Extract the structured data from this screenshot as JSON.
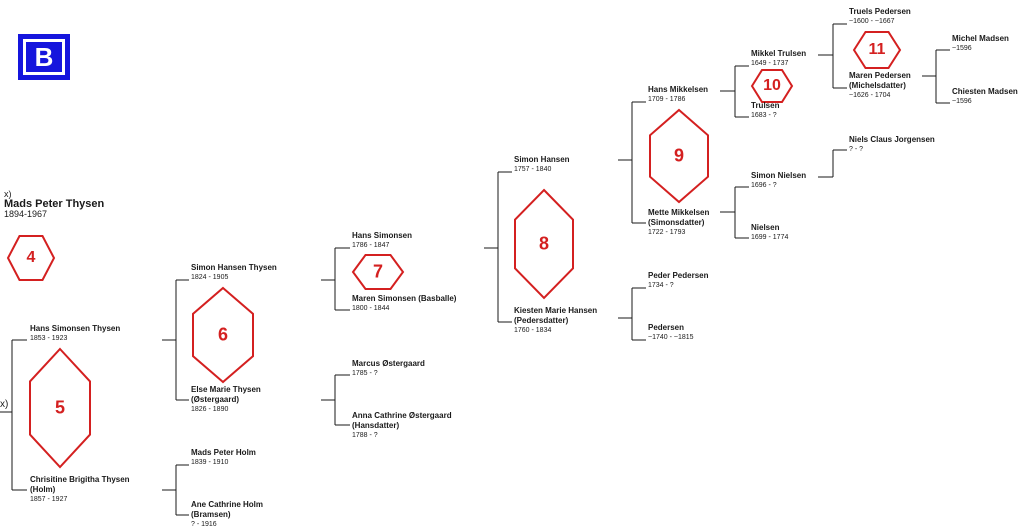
{
  "badge": {
    "letter": "B",
    "color": "#1515dd"
  },
  "hex_color": "#d42020",
  "root": {
    "marker": "x)",
    "name": "Mads Peter Thysen",
    "dates": "1894-1967"
  },
  "left_marker": "x)",
  "people": {
    "hans_simonsen_thysen": {
      "name": "Hans Simonsen Thysen",
      "dates": "1853 - 1923"
    },
    "chrisitine_brigitha_thysen": {
      "name": "Chrisitine Brigitha Thysen",
      "name2": "(Holm)",
      "dates": "1857 - 1927"
    },
    "simon_hansen_thysen": {
      "name": "Simon Hansen Thysen",
      "dates": "1824 - 1905"
    },
    "else_marie_thysen": {
      "name": "Else Marie Thysen",
      "name2": "(Østergaard)",
      "dates": "1826 - 1890"
    },
    "mads_peter_holm": {
      "name": "Mads Peter Holm",
      "dates": "1839 - 1910"
    },
    "ane_cathrine_holm": {
      "name": "Ane Cathrine Holm",
      "name2": "(Bramsen)",
      "dates": "? - 1916"
    },
    "hans_simonsen": {
      "name": "Hans Simonsen",
      "dates": "1786 - 1847"
    },
    "maren_simonsen": {
      "name": "Maren Simonsen (Basballe)",
      "dates": "1800 - 1844"
    },
    "marcus_ostergaard": {
      "name": "Marcus Østergaard",
      "dates": "1785 - ?"
    },
    "anna_cathrine_ostergaard": {
      "name": "Anna Cathrine Østergaard",
      "name2": "(Hansdatter)",
      "dates": "1788 - ?"
    },
    "simon_hansen": {
      "name": "Simon Hansen",
      "dates": "1757 - 1840"
    },
    "kiesten_marie_hansen": {
      "name": "Kiesten Marie Hansen",
      "name2": "(Pedersdatter)",
      "dates": "1760 - 1834"
    },
    "hans_mikkelsen": {
      "name": "Hans Mikkelsen",
      "dates": "1709 - 1786"
    },
    "mette_mikkelsen": {
      "name": "Mette Mikkelsen",
      "name2": "(Simonsdatter)",
      "dates": "1722 - 1793"
    },
    "peder_pedersen": {
      "name": "Peder Pedersen",
      "dates": "1734 - ?"
    },
    "pedersen": {
      "name": "Pedersen",
      "dates": "~1740 - ~1815"
    },
    "mikkel_trulsen": {
      "name": "Mikkel Trulsen",
      "dates": "1649 - 1737"
    },
    "trulsen": {
      "name": "Trulsen",
      "dates": "1683 - ?"
    },
    "simon_nielsen": {
      "name": "Simon Nielsen",
      "dates": "1696 - ?"
    },
    "nielsen": {
      "name": "Nielsen",
      "dates": "1699 - 1774"
    },
    "truels_pedersen": {
      "name": "Truels Pedersen",
      "dates": "~1600 - ~1667"
    },
    "maren_pedersen": {
      "name": "Maren Pedersen",
      "name2": "(Michelsdatter)",
      "dates": "~1626 - 1704"
    },
    "niels_claus_jorgensen": {
      "name": "Niels Claus Jorgensen",
      "dates": "? - ?"
    },
    "michel_madsen": {
      "name": "Michel Madsen",
      "dates": "~1596"
    },
    "chiesten_madsen": {
      "name": "Chiesten Madsen",
      "dates": "~1596"
    }
  },
  "hex_labels": {
    "h4": "4",
    "h5": "5",
    "h6": "6",
    "h7": "7",
    "h8": "8",
    "h9": "9",
    "h10": "10",
    "h11": "11"
  }
}
